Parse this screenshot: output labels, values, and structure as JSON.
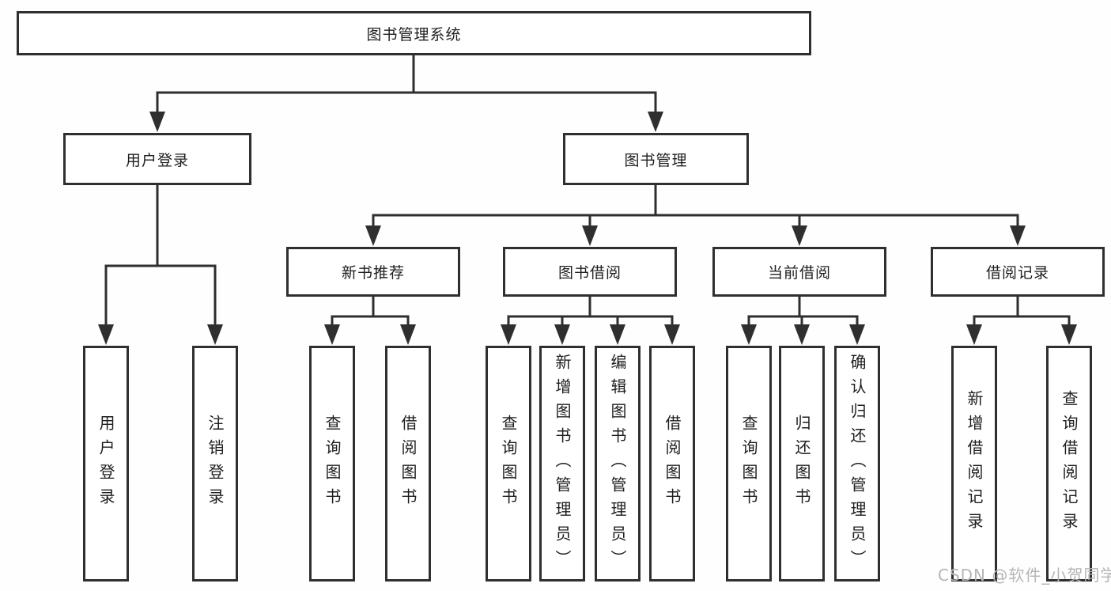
{
  "tree": {
    "label": "图书管理系统",
    "children": [
      {
        "label": "用户登录",
        "children": [
          {
            "label": "用户登录"
          },
          {
            "label": "注销登录"
          }
        ]
      },
      {
        "label": "图书管理",
        "children": [
          {
            "label": "新书推荐",
            "children": [
              {
                "label": "查询图书"
              },
              {
                "label": "借阅图书"
              }
            ]
          },
          {
            "label": "图书借阅",
            "children": [
              {
                "label": "查询图书"
              },
              {
                "label": "新增图书（管理员）"
              },
              {
                "label": "编辑图书（管理员）"
              },
              {
                "label": "借阅图书"
              }
            ]
          },
          {
            "label": "当前借阅",
            "children": [
              {
                "label": "查询图书"
              },
              {
                "label": "归还图书"
              },
              {
                "label": "确认归还（管理员）"
              }
            ]
          },
          {
            "label": "借阅记录",
            "children": [
              {
                "label": "新增借阅记录"
              },
              {
                "label": "查询借阅记录"
              }
            ]
          }
        ]
      }
    ]
  },
  "colors": {
    "line": "#2f2f2f",
    "box_border": "#2f2f2f",
    "text": "#1e1e1e",
    "watermark": "#b5b5b5"
  },
  "watermark": {
    "text": "CSDN @软件_小贺同学"
  }
}
